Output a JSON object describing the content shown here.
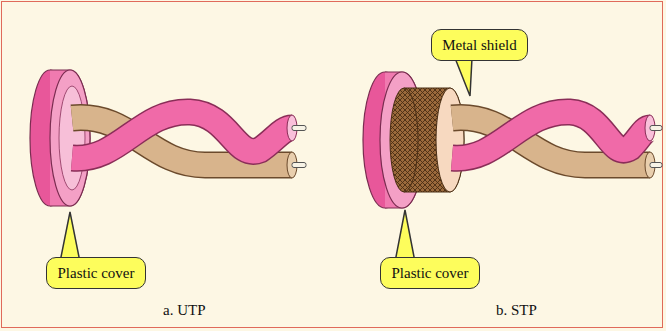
{
  "diagram": {
    "nodes": [
      {
        "text": [
          "Metal shield"
        ]
      },
      {
        "text": [
          "Plastic cover"
        ]
      },
      {
        "text": [
          "Plastic cover"
        ]
      }
    ],
    "labels": [
      "a. UTP",
      "b. STP"
    ]
  }
}
